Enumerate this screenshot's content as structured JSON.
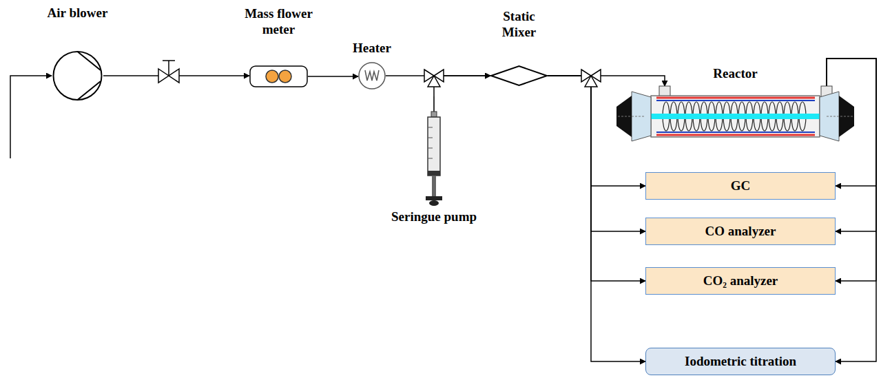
{
  "diagram": {
    "nodes": [
      {
        "text": [
          "Air blower"
        ]
      },
      {
        "text": [
          "Mass flower meter"
        ]
      },
      {
        "text": [
          "Heater"
        ]
      },
      {
        "text": [
          "Seringue pump"
        ]
      },
      {
        "text": [
          "Static Mixer"
        ]
      },
      {
        "text": [
          "Reactor"
        ]
      },
      {
        "text": [
          "GC"
        ]
      },
      {
        "text": [
          "CO analyzer"
        ]
      },
      {
        "text": [
          "CO₂ analyzer"
        ]
      },
      {
        "text": [
          "Iodometric titration"
        ]
      }
    ],
    "edges": [
      {
        "from": 0,
        "to": 1,
        "arrow": "to"
      },
      {
        "from": 1,
        "to": 2,
        "arrow": "to"
      },
      {
        "from": 2,
        "to": 4,
        "arrow": "to"
      },
      {
        "from": 3,
        "to": 4,
        "arrow": "to"
      },
      {
        "from": 4,
        "to": 5,
        "arrow": "to"
      },
      {
        "from": 4,
        "to": 6,
        "arrow": "to"
      },
      {
        "from": 4,
        "to": 7,
        "arrow": "to"
      },
      {
        "from": 4,
        "to": 8,
        "arrow": "to"
      },
      {
        "from": 4,
        "to": 9,
        "arrow": "to"
      },
      {
        "from": 5,
        "to": 6,
        "arrow": "to"
      },
      {
        "from": 5,
        "to": 7,
        "arrow": "to"
      },
      {
        "from": 5,
        "to": 8,
        "arrow": "to"
      },
      {
        "from": 5,
        "to": 9,
        "arrow": "to"
      }
    ]
  }
}
